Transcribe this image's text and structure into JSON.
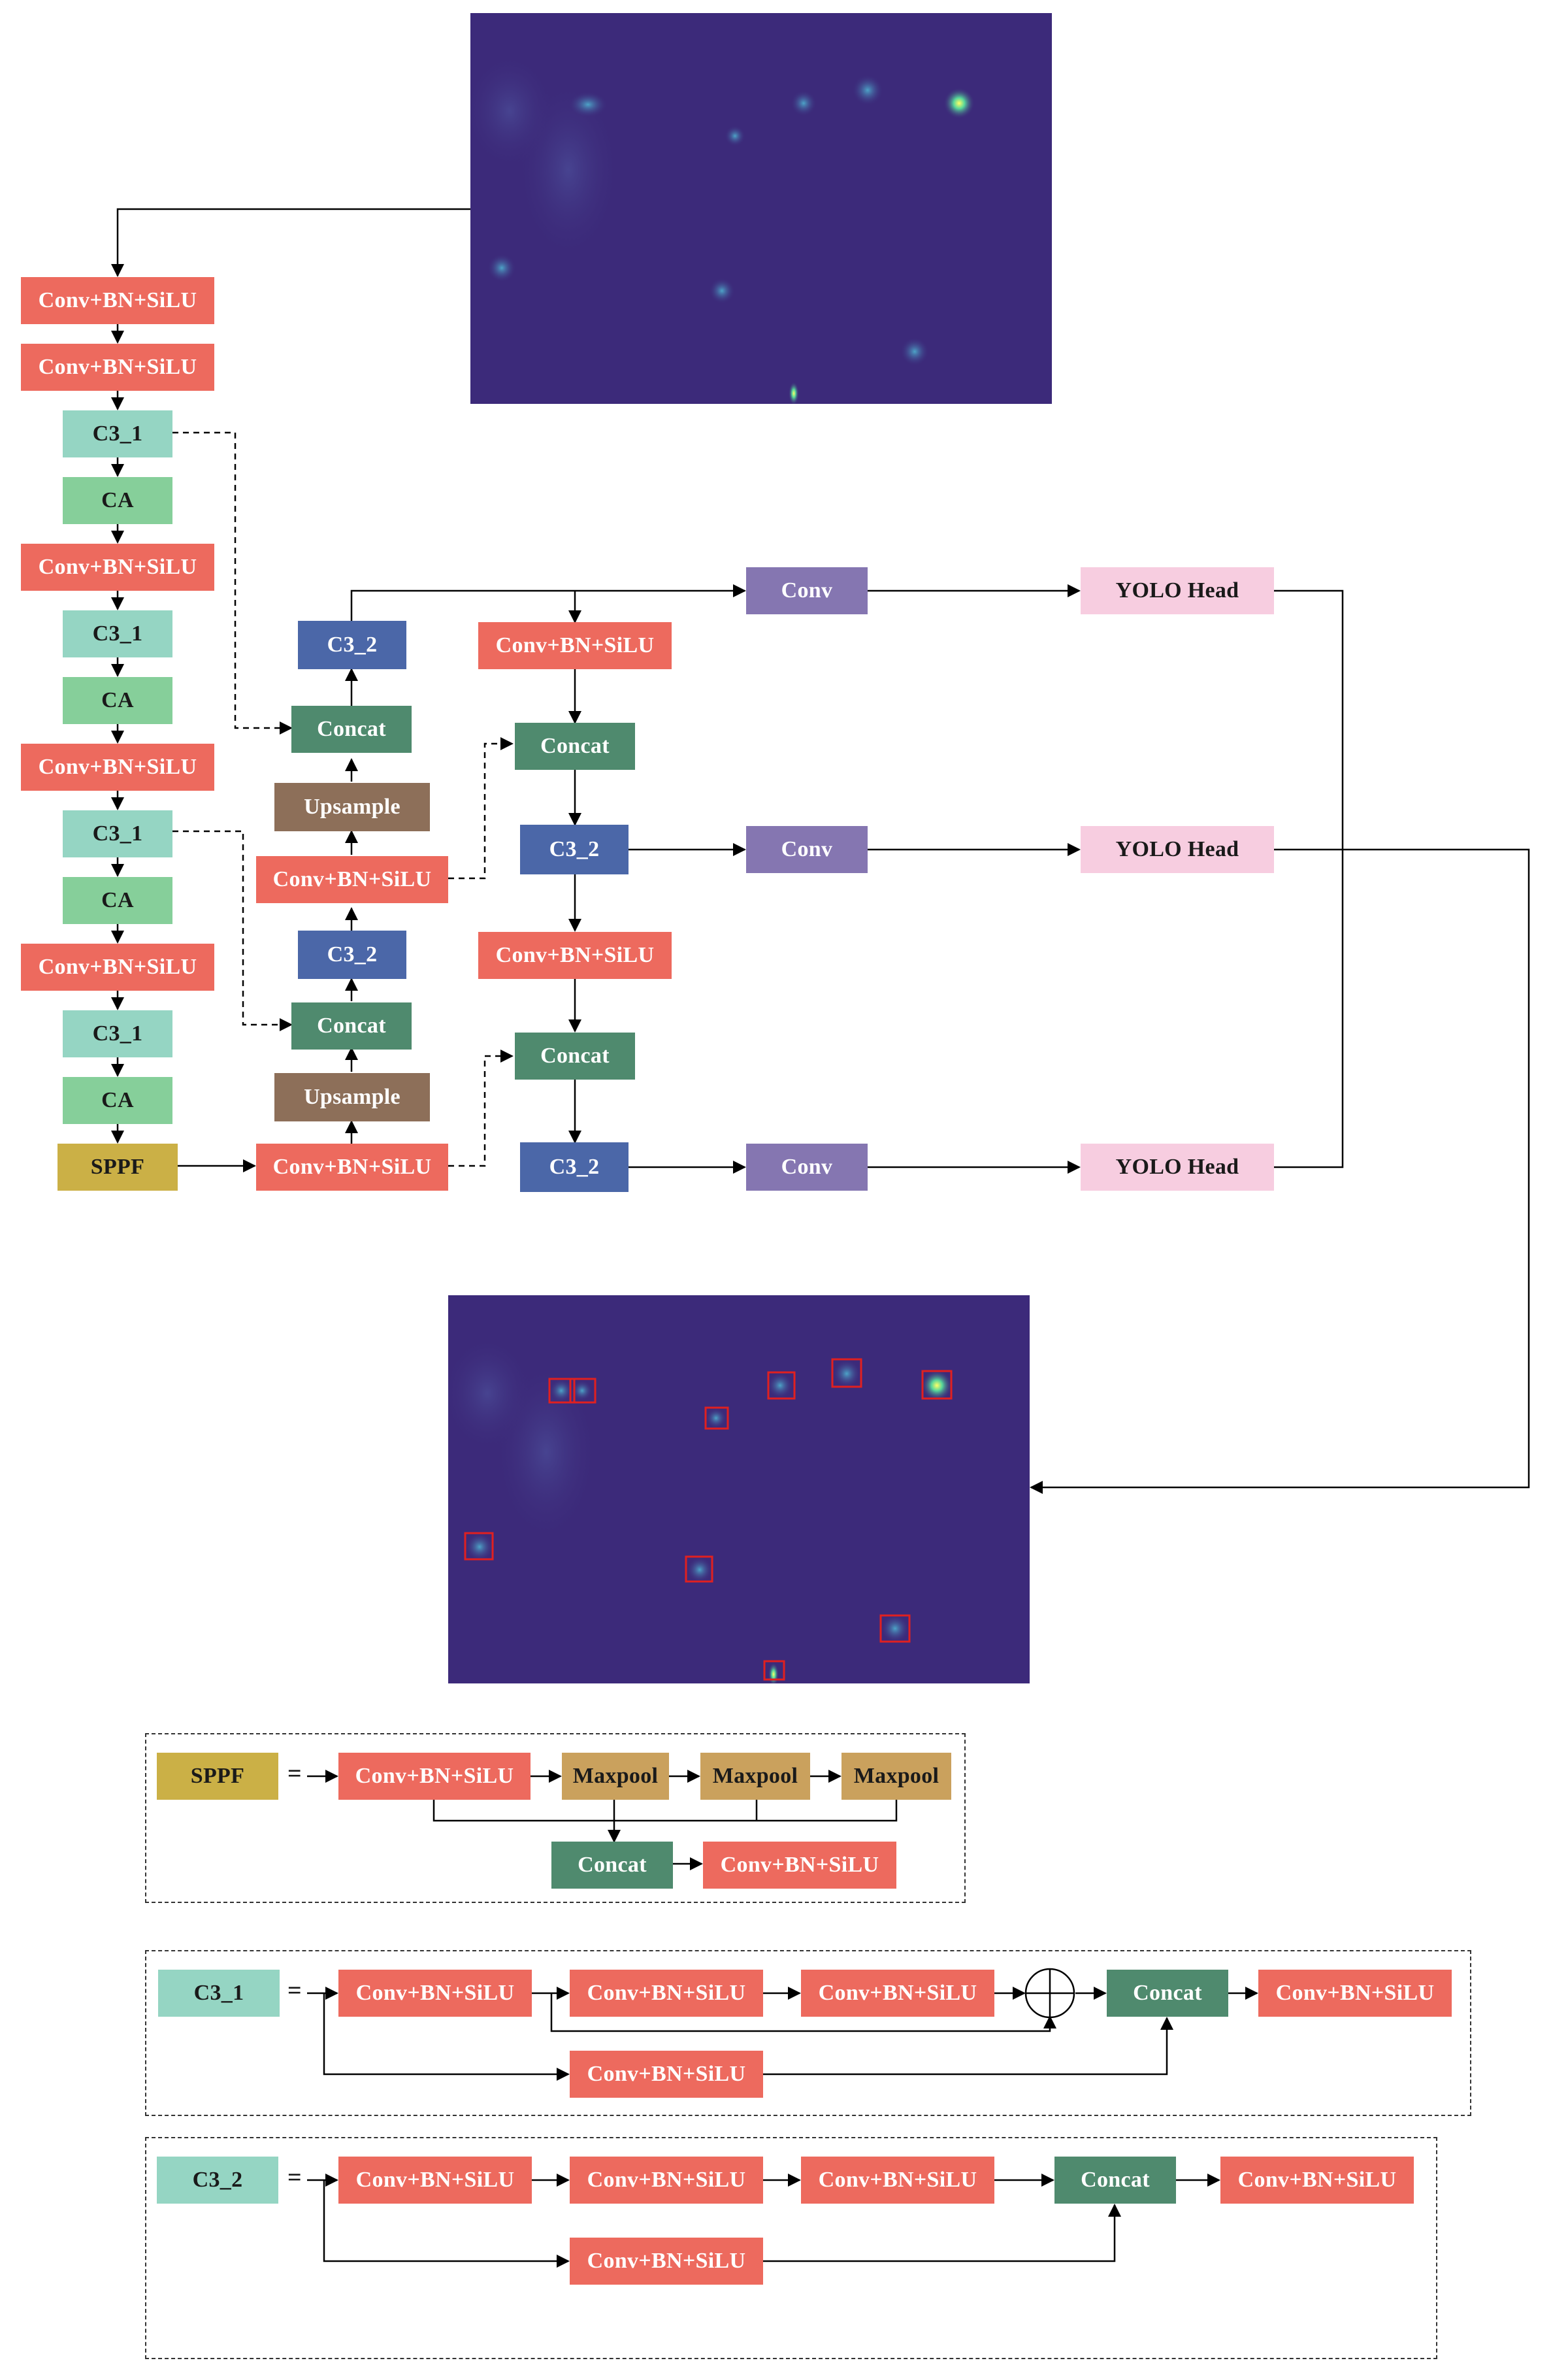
{
  "colors": {
    "conv_bn_silu": "#ed6a5e",
    "c3_1": "#95d5c3",
    "ca": "#86cf9a",
    "sppf": "#cbb046",
    "c3_2": "#4b67a8",
    "concat": "#4f8a6e",
    "upsample": "#8d6f59",
    "conv": "#8576b1",
    "yolo_head": "#f7cde0",
    "maxpool": "#caa15d",
    "image_background": "#3c2a7a",
    "detection_box": "#e02020"
  },
  "labels": {
    "conv_bn_silu": "Conv+BN+SiLU",
    "c3_1": "C3_1",
    "c3_2": "C3_2",
    "ca": "CA",
    "sppf": "SPPF",
    "concat": "Concat",
    "upsample": "Upsample",
    "conv": "Conv",
    "yolo_head": "YOLO Head",
    "maxpool": "Maxpool",
    "equals": "="
  },
  "images": {
    "input": {
      "kind": "input-infrared-image"
    },
    "output": {
      "kind": "output-detection-image",
      "detections": 10
    }
  }
}
